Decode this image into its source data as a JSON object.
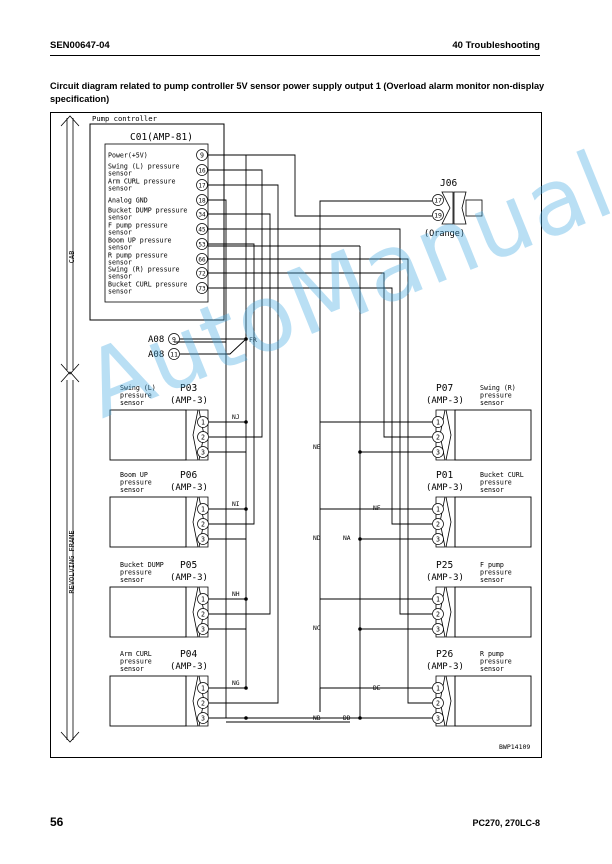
{
  "header": {
    "doc_id": "SEN00647-04",
    "section": "40 Troubleshooting"
  },
  "title": "Circuit diagram related to pump controller 5V sensor power supply output 1 (Overload alarm monitor non-display specification)",
  "zones": {
    "cab": "CAB",
    "frame": "REVOLVING FRAME"
  },
  "controller": {
    "label": "Pump controller",
    "connector": "C01(AMP-81)",
    "pins": [
      {
        "name": "Power(+5V)",
        "pin": "9"
      },
      {
        "name": "Swing (L) pressure sensor",
        "pin": "16"
      },
      {
        "name": "Arm CURL pressure sensor",
        "pin": "17"
      },
      {
        "name": "Analog GND",
        "pin": "18"
      },
      {
        "name": "Bucket DUMP pressure sensor",
        "pin": "34"
      },
      {
        "name": "F pump pressure sensor",
        "pin": "45"
      },
      {
        "name": "Boom UP pressure sensor",
        "pin": "53"
      },
      {
        "name": "R pump pressure sensor",
        "pin": "66"
      },
      {
        "name": "Swing (R) pressure sensor",
        "pin": "72"
      },
      {
        "name": "Bucket CURL pressure sensor",
        "pin": "73"
      }
    ]
  },
  "j06": {
    "label": "J06",
    "pins": [
      "17",
      "19"
    ],
    "color": "(Orange)"
  },
  "a08": {
    "label": "A08",
    "pins": [
      "9",
      "11"
    ],
    "node": "FR"
  },
  "sensors_left": [
    {
      "conn": "P03",
      "type": "(AMP-3)",
      "name": "Swing (L) pressure sensor",
      "node": "NJ"
    },
    {
      "conn": "P06",
      "type": "(AMP-3)",
      "name": "Boom UP pressure sensor",
      "node": "NI"
    },
    {
      "conn": "P05",
      "type": "(AMP-3)",
      "name": "Bucket DUMP pressure sensor",
      "node": "NH"
    },
    {
      "conn": "P04",
      "type": "(AMP-3)",
      "name": "Arm CURL pressure sensor",
      "node": "NG"
    }
  ],
  "sensors_right": [
    {
      "conn": "P07",
      "type": "(AMP-3)",
      "name": "Swing (R) pressure sensor"
    },
    {
      "conn": "P01",
      "type": "(AMP-3)",
      "name": "Bucket CURL pressure sensor"
    },
    {
      "conn": "P25",
      "type": "(AMP-3)",
      "name": "F pump pressure sensor"
    },
    {
      "conn": "P26",
      "type": "(AMP-3)",
      "name": "R pump pressure sensor"
    }
  ],
  "nodes": {
    "ne": "NE",
    "nd": "ND",
    "na": "NA",
    "nf": "NF",
    "nc": "NC",
    "nb": "NB",
    "dd": "DD",
    "de": "DE"
  },
  "pin_labels": [
    "1",
    "2",
    "3"
  ],
  "fig_id": "BWP14109",
  "watermark": "AutoManual",
  "footer": {
    "page": "56",
    "model": "PC270, 270LC-8"
  }
}
